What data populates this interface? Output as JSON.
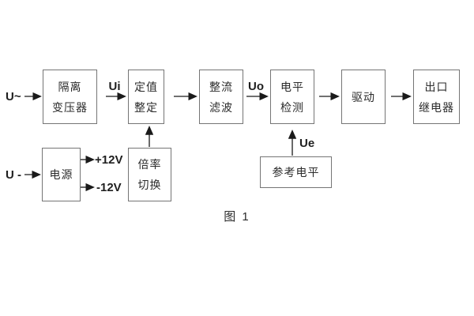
{
  "diagram": {
    "caption": "图 1",
    "boxes": {
      "isolation_transformer": {
        "line1": "隔离",
        "line2": "变压器"
      },
      "setting_adjust": {
        "line1": "定值",
        "line2": "整定"
      },
      "rectifier_filter": {
        "line1": "整流",
        "line2": "滤波"
      },
      "level_detect": {
        "line1": "电平",
        "line2": "检测"
      },
      "drive": {
        "line1": "驱动"
      },
      "output_relay": {
        "line1": "出口",
        "line2": "继电器"
      },
      "power_supply": {
        "line1": "电源"
      },
      "ratio_switch": {
        "line1": "倍率",
        "line2": "切换"
      },
      "reference_level": {
        "line1": "参考电平"
      }
    },
    "signals": {
      "u_ac": "U~",
      "u_dc": "U -",
      "ui": "Ui",
      "uo": "Uo",
      "ue": "Ue",
      "plus12v": "+12V",
      "minus12v": "-12V"
    },
    "colors": {
      "background": "#ffffff",
      "box_border": "#757575",
      "text": "#2b2b2b",
      "arrow": "#1a1a1a"
    }
  }
}
